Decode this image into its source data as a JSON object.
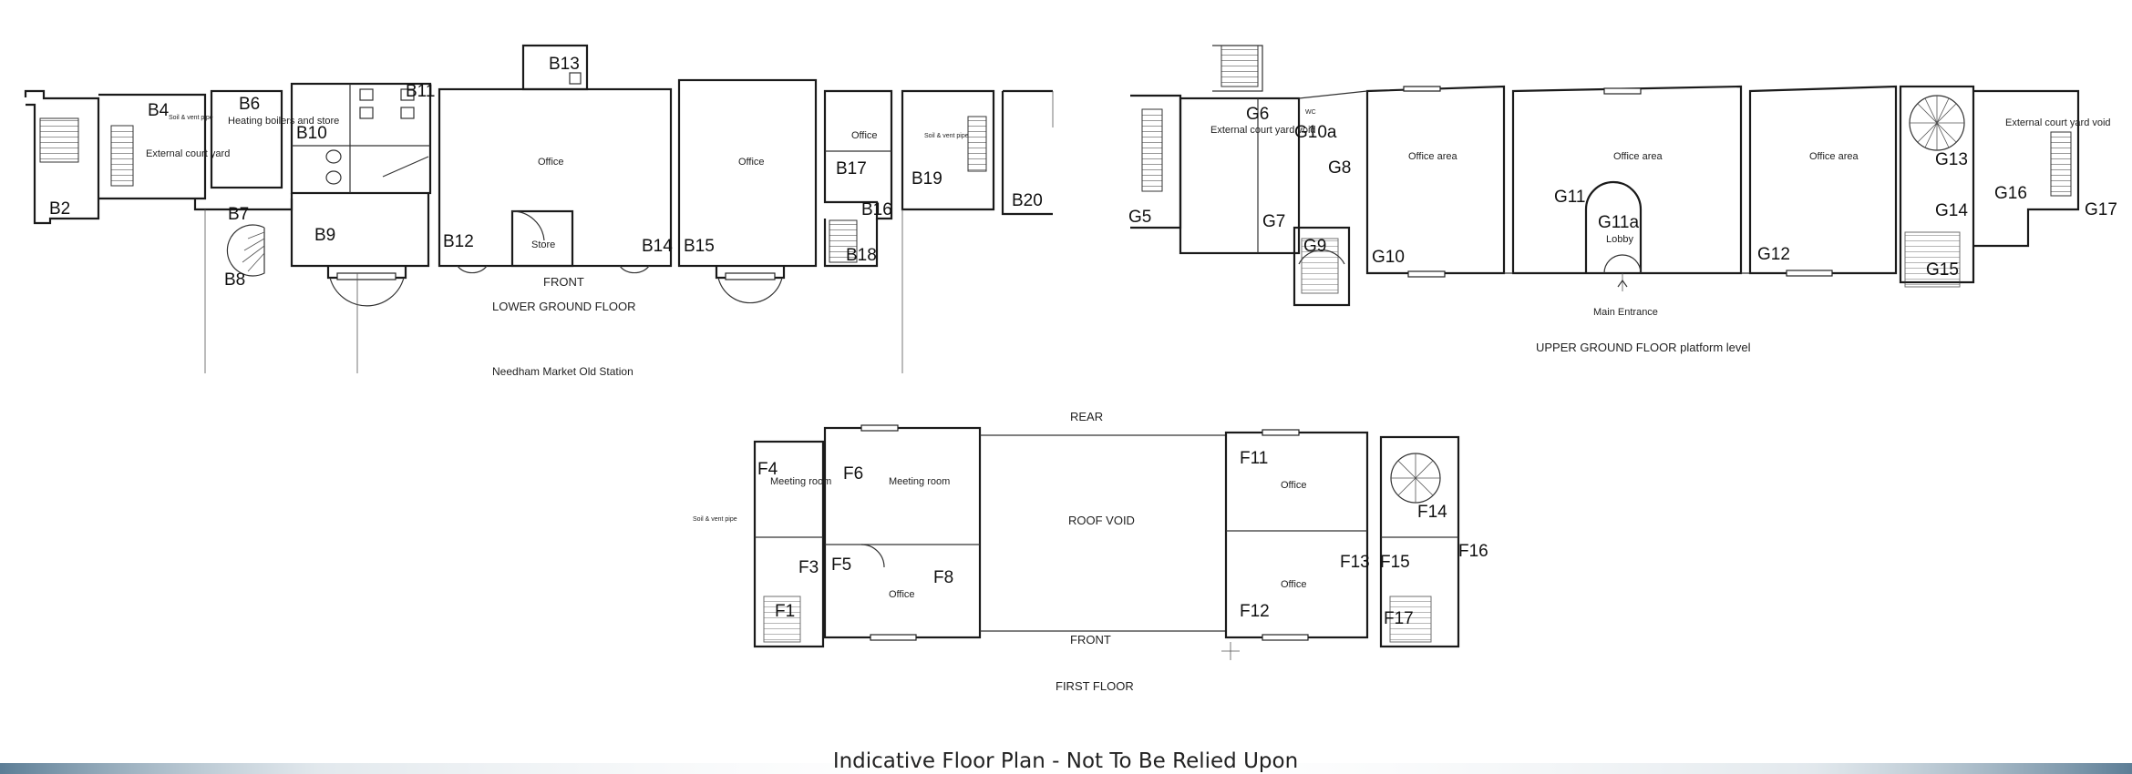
{
  "lower_ground": {
    "floor_title": "LOWER GROUND FLOOR",
    "front": "FRONT",
    "station": "Needham Market Old Station",
    "rooms": {
      "B2": "B2",
      "B4": "B4",
      "B6": "B6",
      "B7": "B7",
      "B8": "B8",
      "B9": "B9",
      "B10": "B10",
      "B11": "B11",
      "B12": "B12",
      "B13": "B13",
      "B14": "B14",
      "B15": "B15",
      "B16": "B16",
      "B17": "B17",
      "B18": "B18",
      "B19": "B19",
      "B20": "B20"
    },
    "texts": {
      "external_court_yard": "External court yard",
      "heating": "Heating boilers and store",
      "office": "Office",
      "store": "Store",
      "soil_vent": "Soil & vent pipe"
    }
  },
  "upper_ground": {
    "floor_title": "UPPER GROUND FLOOR platform level",
    "main_entrance": "Main Entrance",
    "rooms": {
      "G5": "G5",
      "G6": "G6",
      "G7": "G7",
      "G8": "G8",
      "G9": "G9",
      "G10": "G10",
      "G10a": "G10a",
      "G11": "G11",
      "G11a": "G11a",
      "G12": "G12",
      "G13": "G13",
      "G14": "G14",
      "G15": "G15",
      "G16": "G16",
      "G17": "G17"
    },
    "texts": {
      "external_void": "External court yard void",
      "office_area": "Office area",
      "lobby": "Lobby",
      "wc": "WC"
    }
  },
  "first_floor": {
    "floor_title": "FIRST FLOOR",
    "rear": "REAR",
    "front": "FRONT",
    "roof_void": "ROOF VOID",
    "rooms": {
      "F1": "F1",
      "F3": "F3",
      "F4": "F4",
      "F5": "F5",
      "F6": "F6",
      "F8": "F8",
      "F11": "F11",
      "F12": "F12",
      "F13": "F13",
      "F14": "F14",
      "F15": "F15",
      "F16": "F16",
      "F17": "F17"
    },
    "texts": {
      "meeting_room": "Meeting room",
      "office": "Office",
      "soil_vent": "Soil & vent pipe"
    }
  },
  "footer": {
    "disclaimer": "Indicative Floor Plan - Not To Be Relied Upon",
    "accent_color": "#4a6f8a"
  }
}
